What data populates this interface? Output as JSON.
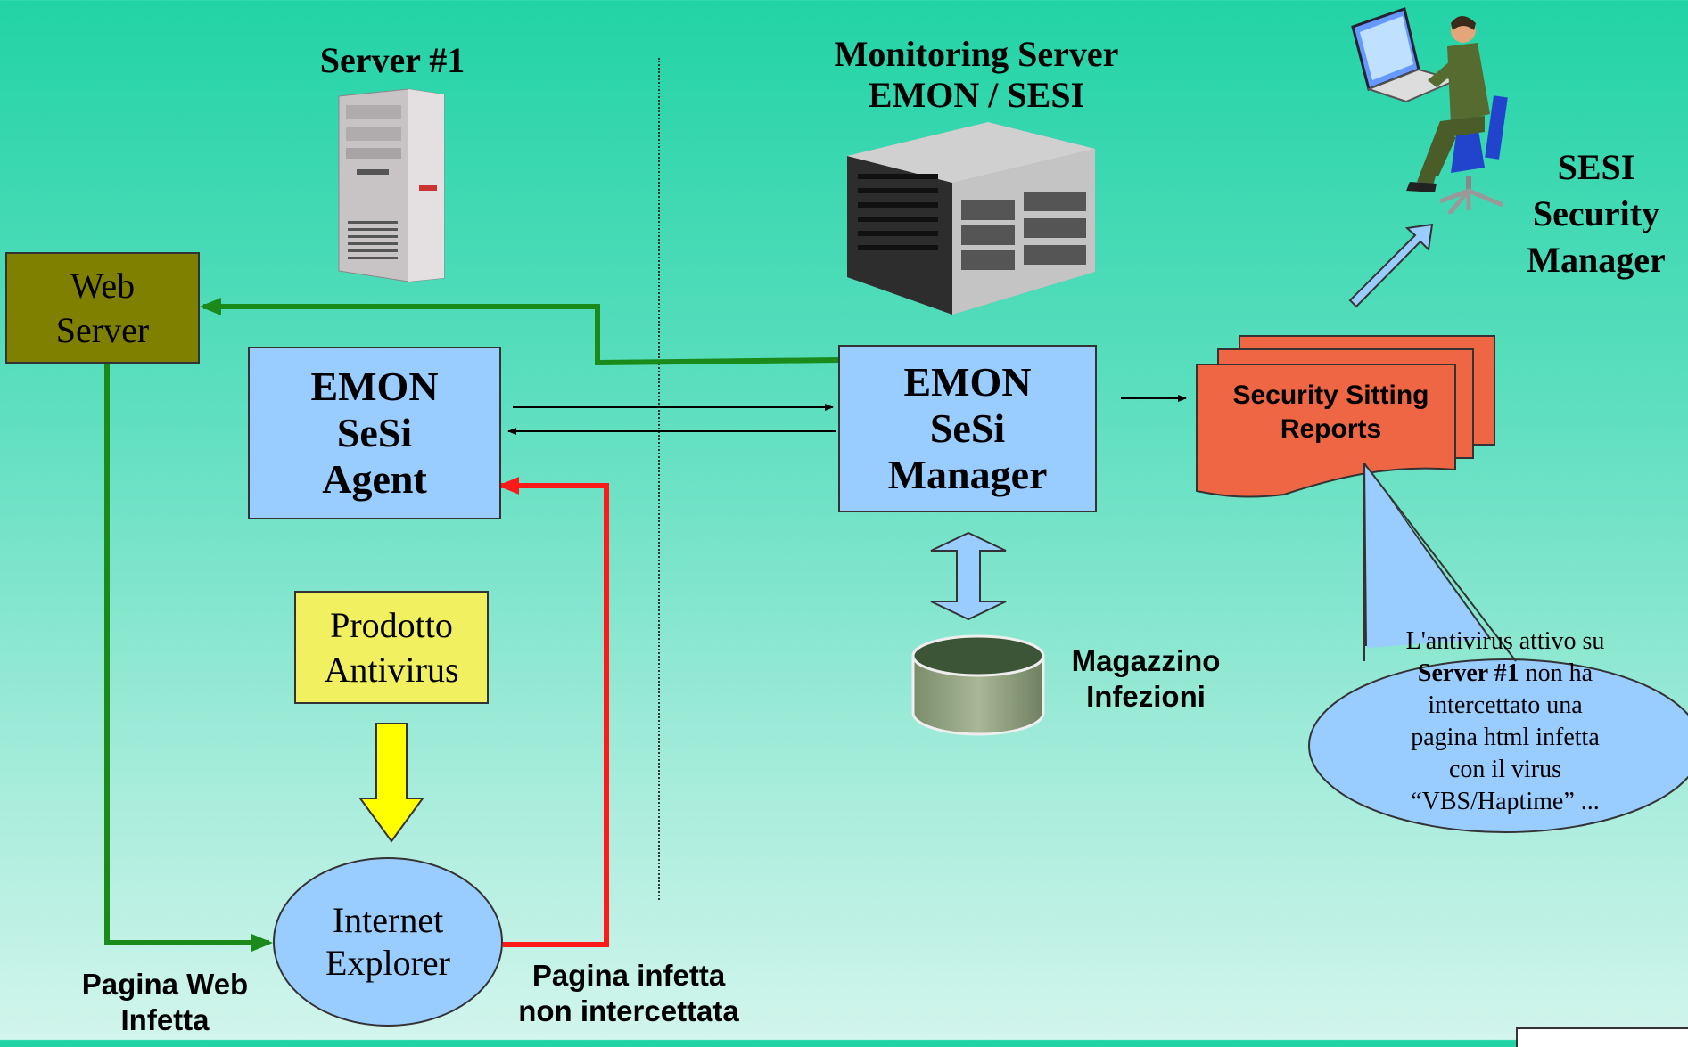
{
  "titles": {
    "server1": "Server #1",
    "monitoring_line1": "Monitoring Server",
    "monitoring_line2": "EMON / SESI",
    "security_manager": [
      "SESI",
      "Security",
      "Manager"
    ]
  },
  "boxes": {
    "web_server": [
      "Web",
      "Server"
    ],
    "agent": [
      "EMON",
      "SeSi",
      "Agent"
    ],
    "manager": [
      "EMON",
      "SeSi",
      "Manager"
    ],
    "antivirus": [
      "Prodotto",
      "Antivirus"
    ],
    "explorer": [
      "Internet",
      "Explorer"
    ],
    "reports": [
      "Security Sitting",
      "Reports"
    ]
  },
  "labels": {
    "magazzino": [
      "Magazzino",
      "Infezioni"
    ],
    "pagina_web": [
      "Pagina Web",
      "Infetta"
    ],
    "pagina_infetta": [
      "Pagina infetta",
      "non intercettata"
    ]
  },
  "callout": {
    "line1": "L'antivirus attivo su",
    "bold": "Server #1",
    "line2_rest": " non ha",
    "line3": "intercettato una",
    "line4": "pagina html infetta",
    "line5": "con il virus",
    "line6": "“VBS/Haptime” ..."
  },
  "colors": {
    "web_server_fill": "#808000",
    "agent_fill": "#99ccff",
    "antivirus_fill": "#f0f060",
    "reports_fill": "#ee6644",
    "green_flow": "#1a8a1a",
    "red_flow": "#ff1a1a",
    "yellow_arrow": "#ffff00",
    "callout_fill": "#99ccff"
  },
  "icons": [
    "desktop-tower-icon",
    "rack-server-icon",
    "person-at-laptop-icon",
    "database-cylinder-icon"
  ]
}
